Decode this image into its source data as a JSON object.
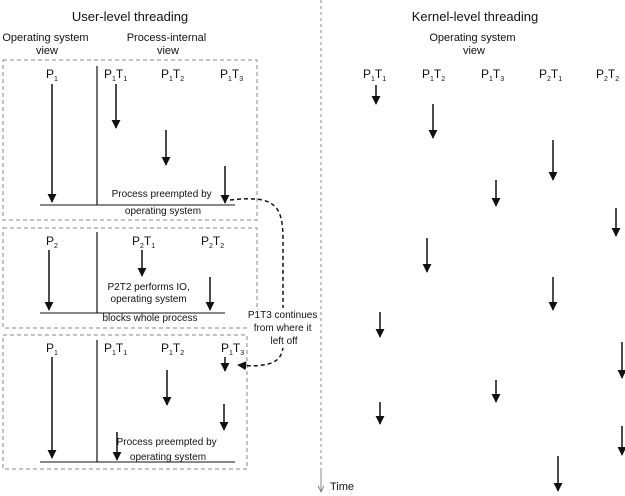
{
  "left": {
    "title": "User-level threading",
    "os_view_label": "Operating system view",
    "os_view_lines": [
      "Operating system",
      "view"
    ],
    "process_view_label": "Process-internal view",
    "process_view_lines": [
      "Process-internal",
      "view"
    ],
    "block1": {
      "process": {
        "name": "P",
        "sub": "1"
      },
      "threads": [
        {
          "name": "P",
          "sub1": "1",
          "mid": "T",
          "sub2": "1"
        },
        {
          "name": "P",
          "sub1": "1",
          "mid": "T",
          "sub2": "2"
        },
        {
          "name": "P",
          "sub1": "1",
          "mid": "T",
          "sub2": "3"
        }
      ],
      "caption_lines": [
        "Process preempted by",
        "operating system"
      ]
    },
    "block2": {
      "process": {
        "name": "P",
        "sub": "2"
      },
      "threads": [
        {
          "name": "P",
          "sub1": "2",
          "mid": "T",
          "sub2": "1"
        },
        {
          "name": "P",
          "sub1": "2",
          "mid": "T",
          "sub2": "2"
        }
      ],
      "caption_lines": [
        "P2T2 performs IO,",
        "operating system",
        "blocks whole process"
      ]
    },
    "block3": {
      "process": {
        "name": "P",
        "sub": "1"
      },
      "threads": [
        {
          "name": "P",
          "sub1": "1",
          "mid": "T",
          "sub2": "1"
        },
        {
          "name": "P",
          "sub1": "1",
          "mid": "T",
          "sub2": "2"
        },
        {
          "name": "P",
          "sub1": "1",
          "mid": "T",
          "sub2": "3"
        }
      ],
      "caption_lines": [
        "Process preempted by",
        "operating system"
      ]
    }
  },
  "continues_note_lines": [
    "P1T3 continues",
    "from where it",
    "left off"
  ],
  "right": {
    "title": "Kernel-level threading",
    "os_view_lines": [
      "Operating system",
      "view"
    ],
    "threads": [
      {
        "name": "P",
        "sub1": "1",
        "mid": "T",
        "sub2": "1"
      },
      {
        "name": "P",
        "sub1": "1",
        "mid": "T",
        "sub2": "2"
      },
      {
        "name": "P",
        "sub1": "1",
        "mid": "T",
        "sub2": "3"
      },
      {
        "name": "P",
        "sub1": "2",
        "mid": "T",
        "sub2": "1"
      },
      {
        "name": "P",
        "sub1": "2",
        "mid": "T",
        "sub2": "2"
      }
    ]
  },
  "time_label": "Time"
}
